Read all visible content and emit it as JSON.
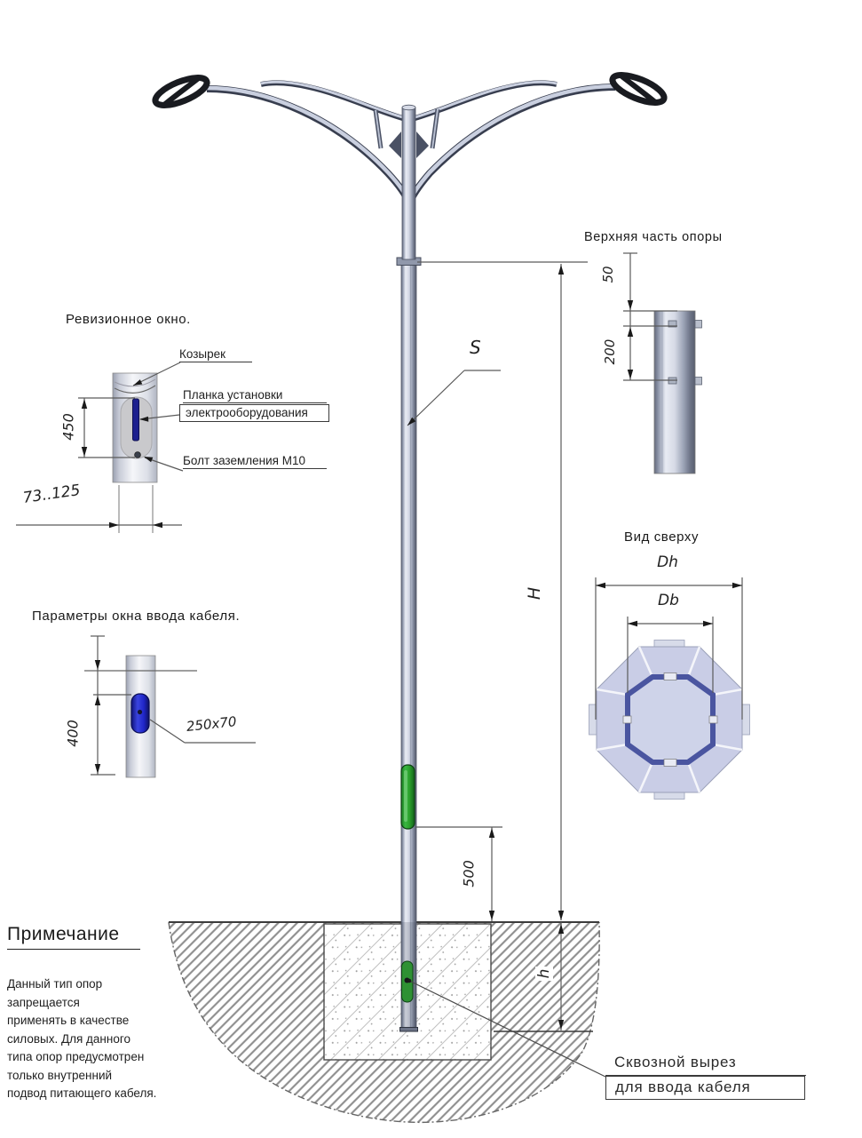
{
  "details": {
    "revision_window": {
      "title": "Ревизионное окно.",
      "visor_label": "Козырек",
      "mount_bar_label_1": "Планка установки",
      "mount_bar_label_2": "электрооборудования",
      "ground_bolt_label": "Болт заземления М10",
      "window_height_mm": "450",
      "pole_diameter_range_mm": "73..125"
    },
    "cable_entry_window": {
      "title": "Параметры окна ввода кабеля.",
      "offset_mm": "400",
      "window_size_mm": "250x70"
    },
    "pole_top": {
      "title": "Верхняя часть опоры",
      "top_offset_mm": "50",
      "bolt_spacing_mm": "200"
    },
    "top_view": {
      "title": "Вид сверху",
      "outer_diameter_label": "Dh",
      "inner_diameter_label": "Db"
    }
  },
  "main_view": {
    "wall_thickness_label": "S",
    "height_label": "H",
    "window_above_ground_mm": "500",
    "embedment_label": "h",
    "through_cut_label_1": "Сквозной вырез",
    "through_cut_label_2": "для ввода кабеля"
  },
  "note": {
    "title": "Примечание",
    "lines": [
      "Данный тип опор",
      "запрещается",
      "применять в качестве",
      "силовых. Для данного",
      "типа опор предусмотрен",
      "только внутренний",
      "подвод питающего кабеля."
    ]
  },
  "colors": {
    "cable_window_green": "#2ca22d",
    "cable_window_blue": "#2026c8",
    "flange_ring_blue": "#4a55a0",
    "metal_light": "#e7eaf2",
    "metal_dark": "#6d7487"
  }
}
